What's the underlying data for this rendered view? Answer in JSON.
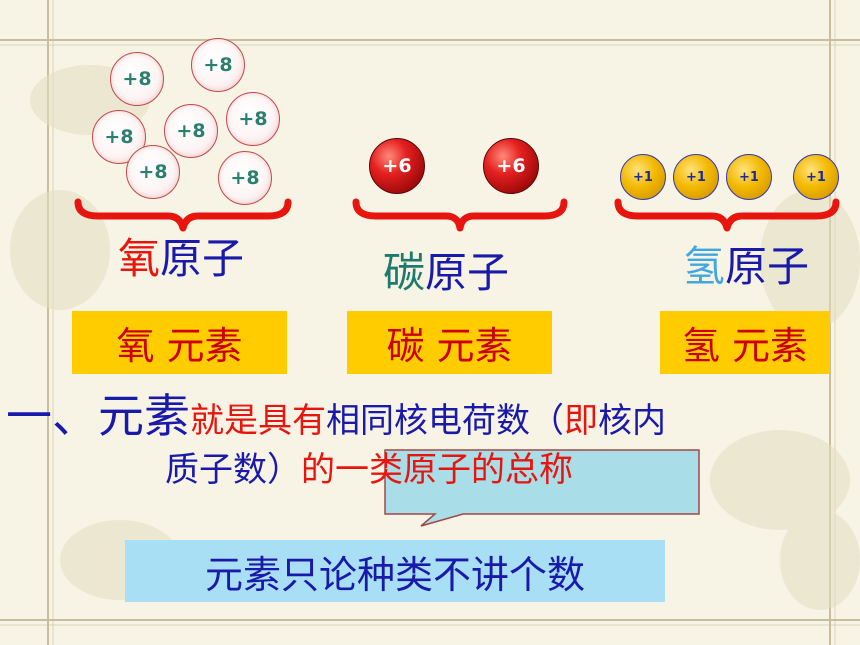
{
  "oxygen_atoms": [
    "+8",
    "+8",
    "+8",
    "+8",
    "+8",
    "+8",
    "+8"
  ],
  "carbon_atoms": [
    "+6",
    "+6"
  ],
  "hydrogen_atoms": [
    "+1",
    "+1",
    "+1",
    "+1"
  ],
  "labels": {
    "oxygen_prefix": "氧",
    "oxygen_suffix": "原子",
    "carbon_prefix": "碳",
    "carbon_suffix": "原子",
    "hydrogen_prefix": "氢",
    "hydrogen_suffix": "原子"
  },
  "element_boxes": {
    "oxygen": "氧 元素",
    "carbon": "碳 元素",
    "hydrogen": "氢 元素"
  },
  "definition": {
    "number": "一、",
    "term": "元素",
    "is": "就是具有",
    "nuclear_charge": "相同核电荷数",
    "paren_open": "（",
    "ie": "即",
    "nucleus": "核内",
    "protons": "质子数）",
    "of": "的",
    "tail": "一类原子的总称"
  },
  "note": "元素只论种类不讲个数",
  "colors": {
    "red": "#e8150f",
    "blue": "#1a1aaa",
    "teal": "#1f7a6e",
    "sky": "#41a7e0",
    "yellow_box": "#ffcc00",
    "note_bg": "#a8dff5"
  }
}
